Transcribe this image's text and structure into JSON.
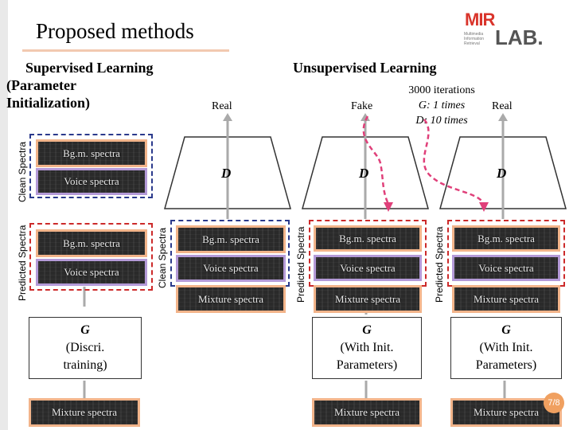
{
  "title": "Proposed methods",
  "logo": {
    "text_top": "MIR",
    "text_bottom": "LAB.",
    "subtitle_lines": [
      "Multimedia",
      "Information",
      "Retrieval"
    ]
  },
  "supervised": {
    "heading_line1": "Supervised Learning",
    "heading_line2": "(Parameter",
    "heading_line3": "Initialization)",
    "clean_spectra_label": "Clean Spectra",
    "predicted_spectra_label": "Predicted Spectra",
    "clean_bgm": "Bg.m. spectra",
    "clean_voice": "Voice spectra",
    "pred_bgm": "Bg.m. spectra",
    "pred_voice": "Voice spectra",
    "g_line1": "G",
    "g_line2": "(Discri.",
    "g_line3": "training)",
    "mixture": "Mixture spectra"
  },
  "unsupervised": {
    "heading": "Unsupervised Learning",
    "iterations_line1": "3000 iterations",
    "iterations_line2": "G: 1 times",
    "iterations_line3": "D: 10 times",
    "real_label_1": "Real",
    "fake_label": "Fake",
    "real_label_2": "Real",
    "d_label": "D",
    "clean_spectra_label": "Clean Spectra",
    "predicted_spectra_label_1": "Predicted Spectra",
    "predicted_spectra_label_2": "Predicted Spectra",
    "col1": {
      "bgm": "Bg.m. spectra",
      "voice": "Voice spectra",
      "mixture": "Mixture spectra"
    },
    "col2": {
      "bgm": "Bg.m. spectra",
      "voice": "Voice spectra",
      "mixture": "Mixture spectra"
    },
    "col3": {
      "bgm": "Bg.m. spectra",
      "voice": "Voice spectra",
      "mixture": "Mixture spectra"
    },
    "g2_line1": "G",
    "g2_line2": "(With Init.",
    "g2_line3": "Parameters)",
    "g3_line1": "G",
    "g3_line2": "(With Init.",
    "g3_line3": "Parameters)",
    "mixture_bottom_1": "Mixture spectra",
    "mixture_bottom_2": "Mixture spectra"
  },
  "slide_number": "7/8",
  "colors": {
    "navy": "#2b3a8c",
    "red": "#cc2a2a",
    "orange": "#f2b48a",
    "purple": "#b49ad8",
    "pink_arrow": "#e0407a"
  }
}
